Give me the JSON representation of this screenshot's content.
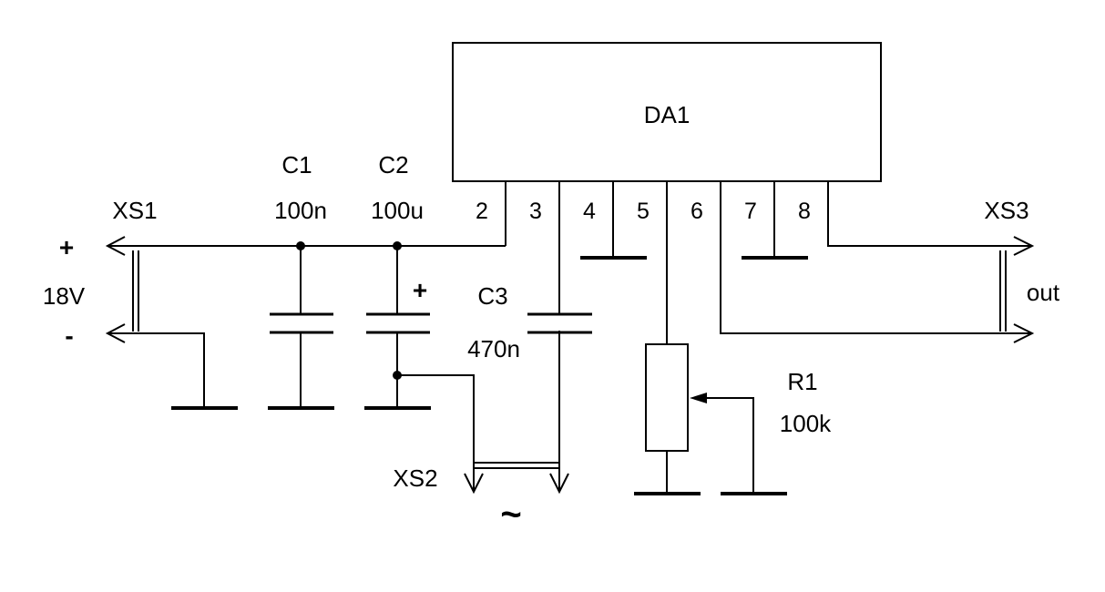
{
  "ic": {
    "name": "DA1",
    "pins": [
      "2",
      "3",
      "4",
      "5",
      "6",
      "7",
      "8"
    ]
  },
  "connectors": {
    "xs1": {
      "name": "XS1",
      "plus": "+",
      "voltage": "18V",
      "minus": "-"
    },
    "xs2": {
      "name": "XS2",
      "symbol": "~"
    },
    "xs3": {
      "name": "XS3",
      "label": "out"
    }
  },
  "components": {
    "c1": {
      "name": "C1",
      "value": "100n"
    },
    "c2": {
      "name": "C2",
      "value": "100u",
      "polarity": "+"
    },
    "c3": {
      "name": "C3",
      "value": "470n"
    },
    "r1": {
      "name": "R1",
      "value": "100k"
    }
  }
}
